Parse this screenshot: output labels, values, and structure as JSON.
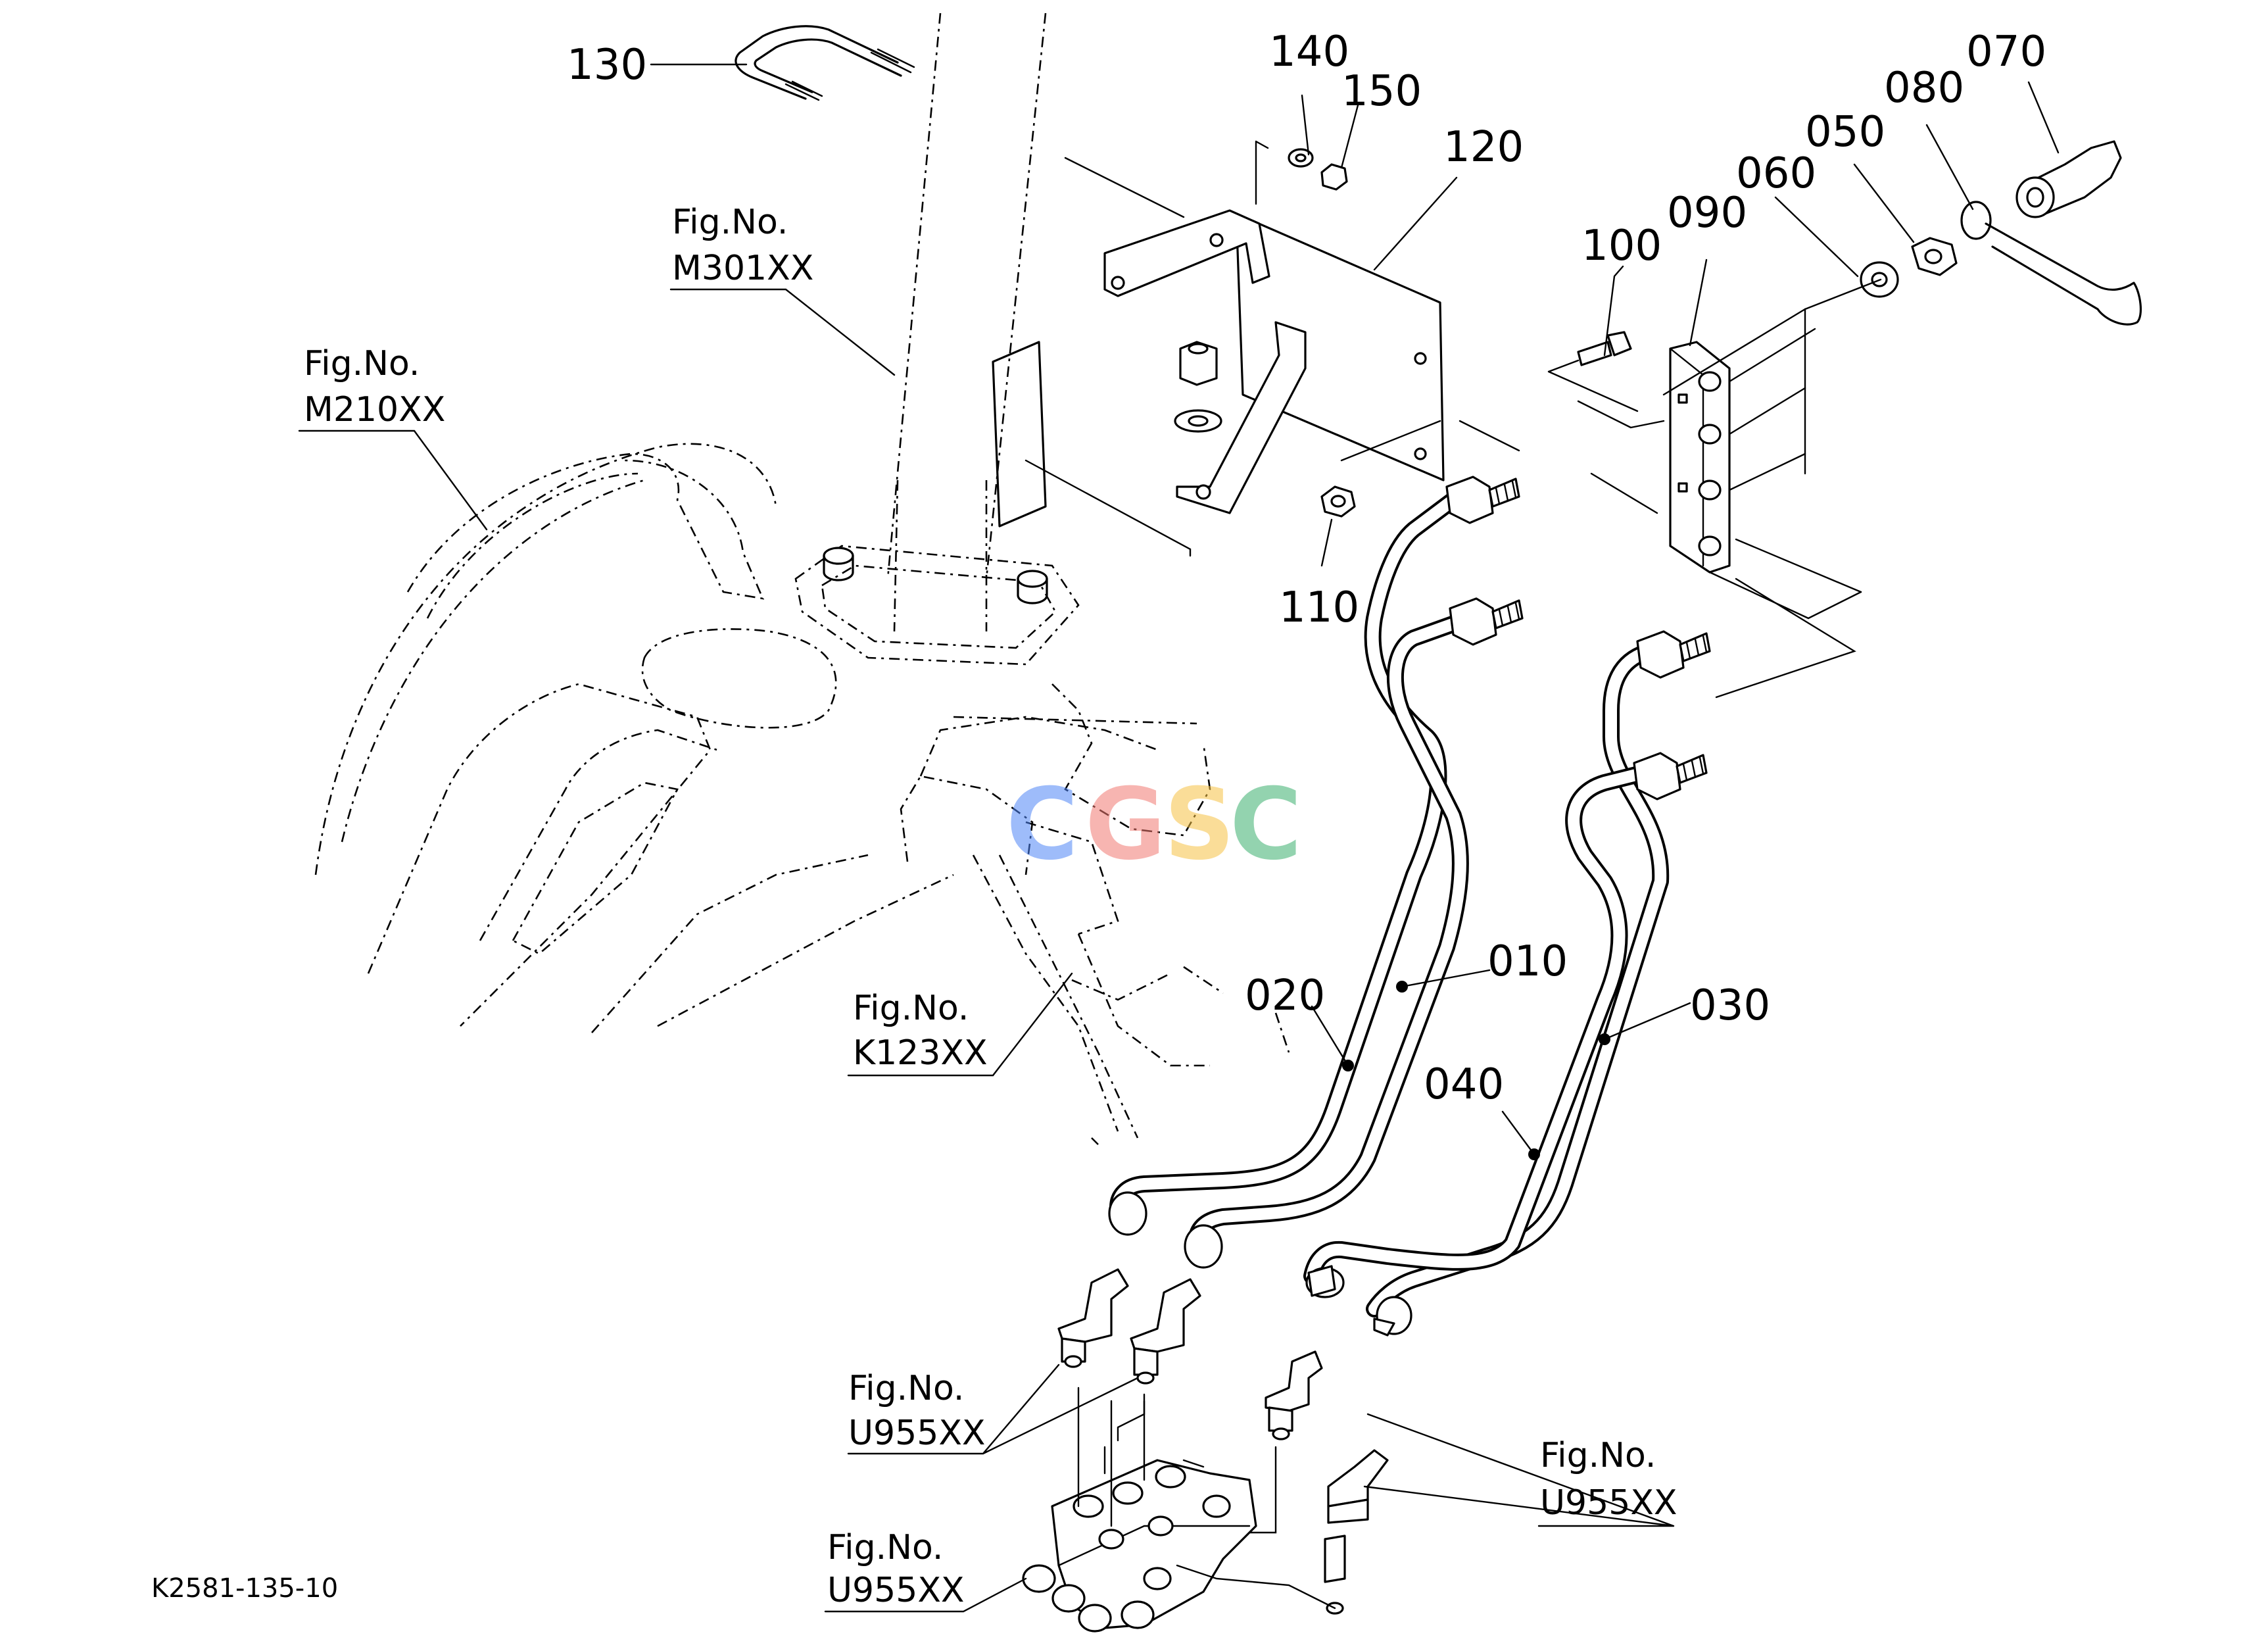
{
  "drawing_number": "K2581-135-10",
  "watermark": {
    "letters": [
      "C",
      "G",
      "S",
      "C"
    ],
    "colors": [
      "#4f86f7",
      "#f27a72",
      "#f6c244",
      "#3bb06f"
    ]
  },
  "callouts": [
    {
      "id": "c010",
      "label": "010"
    },
    {
      "id": "c020",
      "label": "020"
    },
    {
      "id": "c030",
      "label": "030"
    },
    {
      "id": "c040",
      "label": "040"
    },
    {
      "id": "c050",
      "label": "050"
    },
    {
      "id": "c060",
      "label": "060"
    },
    {
      "id": "c070",
      "label": "070"
    },
    {
      "id": "c080",
      "label": "080"
    },
    {
      "id": "c090",
      "label": "090"
    },
    {
      "id": "c100",
      "label": "100"
    },
    {
      "id": "c110",
      "label": "110"
    },
    {
      "id": "c120",
      "label": "120"
    },
    {
      "id": "c130",
      "label": "130"
    },
    {
      "id": "c140",
      "label": "140"
    },
    {
      "id": "c150",
      "label": "150"
    }
  ],
  "figure_refs": [
    {
      "id": "f1",
      "line1": "Fig.No.",
      "line2": "M301XX"
    },
    {
      "id": "f2",
      "line1": "Fig.No.",
      "line2": "M210XX"
    },
    {
      "id": "f3",
      "line1": "Fig.No.",
      "line2": "K123XX"
    },
    {
      "id": "f4",
      "line1": "Fig.No.",
      "line2": "U955XX"
    },
    {
      "id": "f5",
      "line1": "Fig.No.",
      "line2": "U955XX"
    },
    {
      "id": "f6",
      "line1": "Fig.No.",
      "line2": "U955XX"
    }
  ]
}
